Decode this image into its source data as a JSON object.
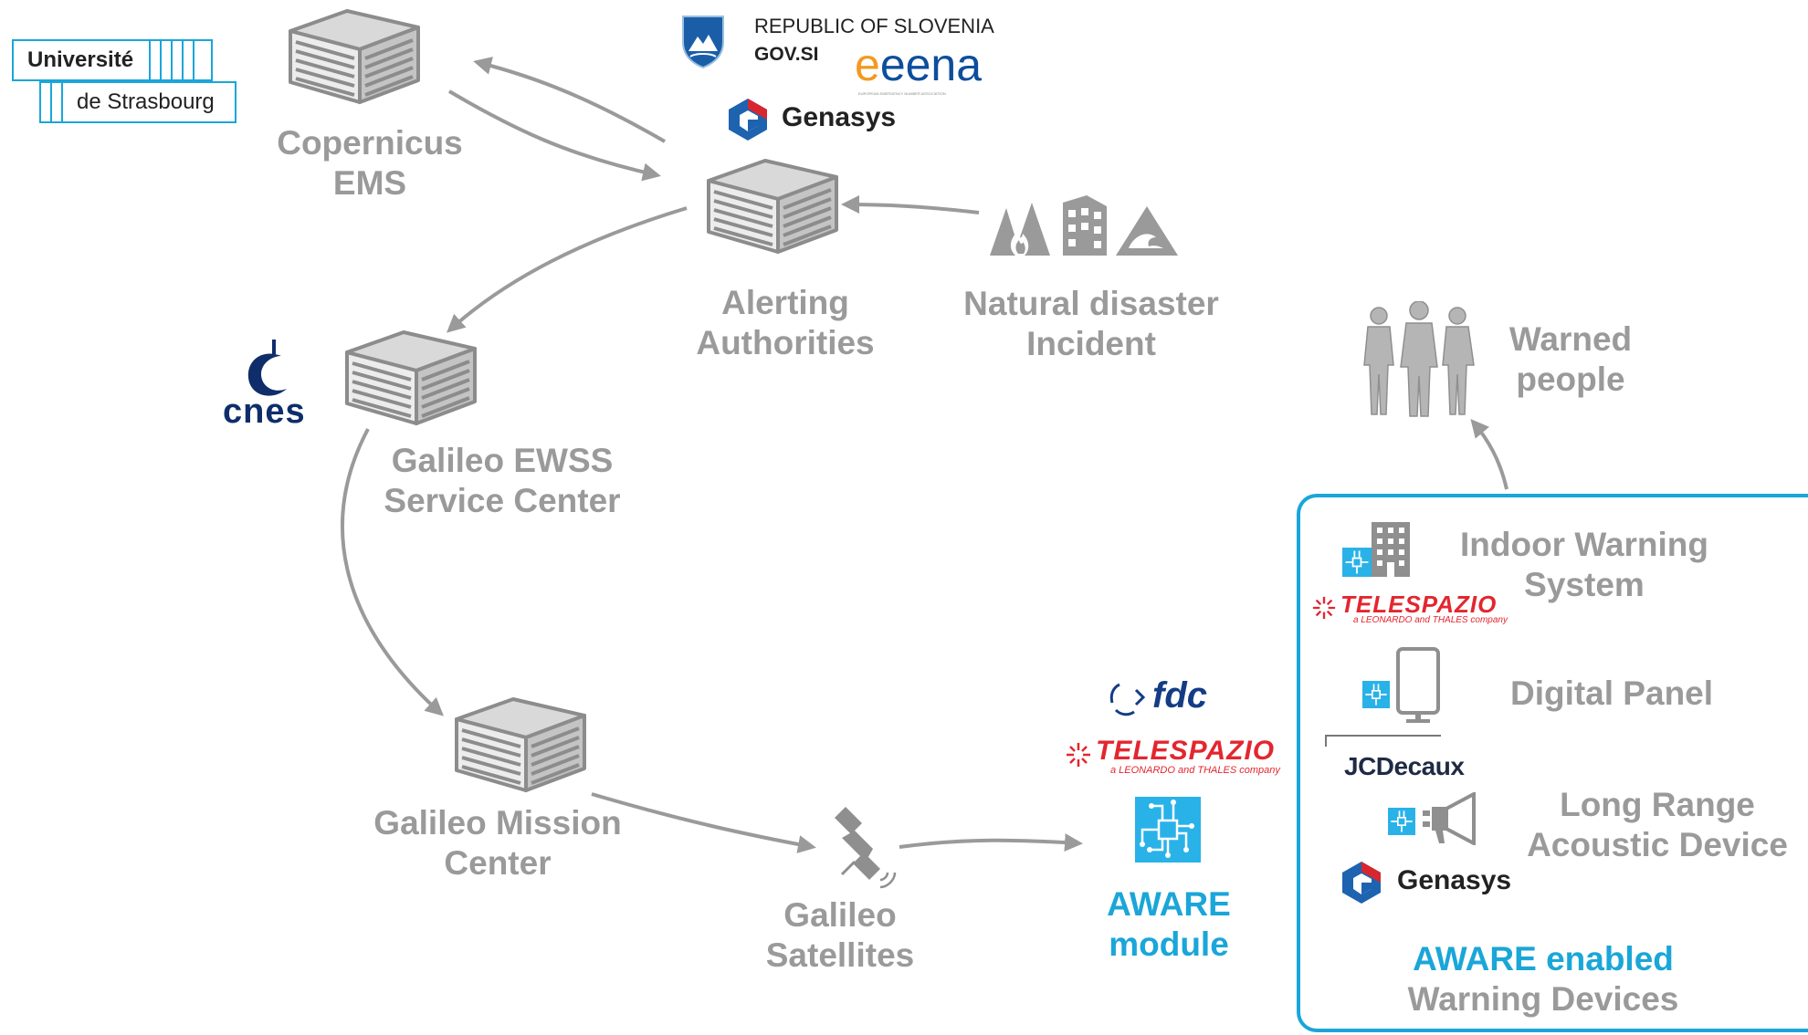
{
  "nodes": {
    "copernicus": [
      "Copernicus",
      "EMS"
    ],
    "alerting": [
      "Alerting",
      "Authorities"
    ],
    "disaster": [
      "Natural disaster",
      "Incident"
    ],
    "ewss": [
      "Galileo EWSS",
      "Service Center"
    ],
    "mission": [
      "Galileo Mission",
      "Center"
    ],
    "satellites": [
      "Galileo",
      "Satellites"
    ],
    "aware_module": [
      "AWARE",
      "module"
    ],
    "warned": [
      "Warned",
      "people"
    ]
  },
  "devices": {
    "indoor": [
      "Indoor Warning",
      "System"
    ],
    "panel": "Digital Panel",
    "lrad": [
      "Long Range",
      "Acoustic Device"
    ],
    "enabled_title": "AWARE enabled",
    "enabled_subtitle": "Warning Devices"
  },
  "logos": {
    "strasbourg_1": "Université",
    "strasbourg_2": "de Strasbourg",
    "slovenia_1": "REPUBLIC OF SLOVENIA",
    "slovenia_2": "GOV.SI",
    "eena": "eena",
    "eena_sub": "EUROPEAN EMERGENCY NUMBER ASSOCIATION",
    "genasys": "Genasys",
    "cnes": "cnes",
    "fdc": "fdc",
    "telespazio": "TELESPAZIO",
    "telespazio_sub": "a LEONARDO and THALES company",
    "jcdecaux": "JCDecaux"
  },
  "colors": {
    "gray": "#9a9a9a",
    "arrow": "#9a9a9a",
    "blue": "#1aa6d8",
    "telespazio_red": "#e3262f",
    "genasys_blue": "#1e63b0",
    "genasys_red": "#d8262f",
    "eena_orange": "#f29a1f",
    "eena_blue": "#0d4e9c",
    "cnes_blue": "#0f2d6b",
    "fdc_blue": "#143c86"
  }
}
